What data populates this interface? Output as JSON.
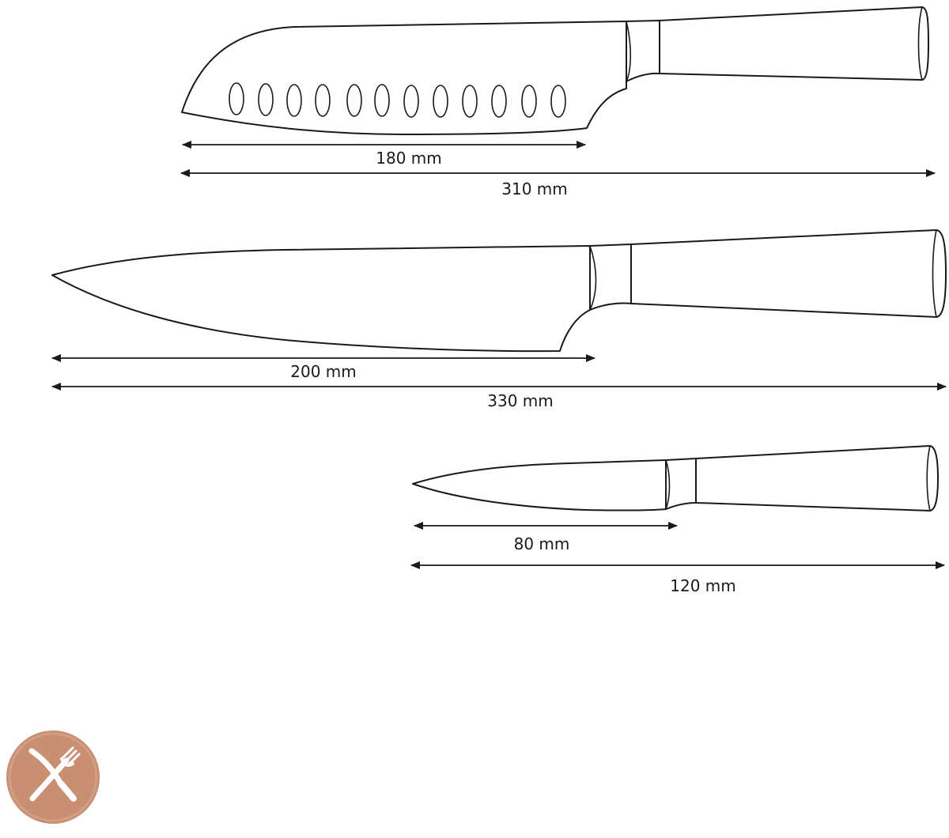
{
  "colors": {
    "line": "#1a1a1a",
    "background": "#ffffff",
    "badge": "#c98f73",
    "badge_icon": "#ffffff"
  },
  "knives": [
    {
      "name": "santoku-knife",
      "blade_label": "180 mm",
      "total_label": "310 mm",
      "blade_mm": 180,
      "total_mm": 310
    },
    {
      "name": "chef-knife",
      "blade_label": "200 mm",
      "total_label": "330 mm",
      "blade_mm": 200,
      "total_mm": 330
    },
    {
      "name": "paring-knife",
      "blade_label": "80 mm",
      "total_label": "120 mm",
      "blade_mm": 80,
      "total_mm": 120
    }
  ],
  "badge": {
    "icon": "knife-and-fork-icon"
  }
}
